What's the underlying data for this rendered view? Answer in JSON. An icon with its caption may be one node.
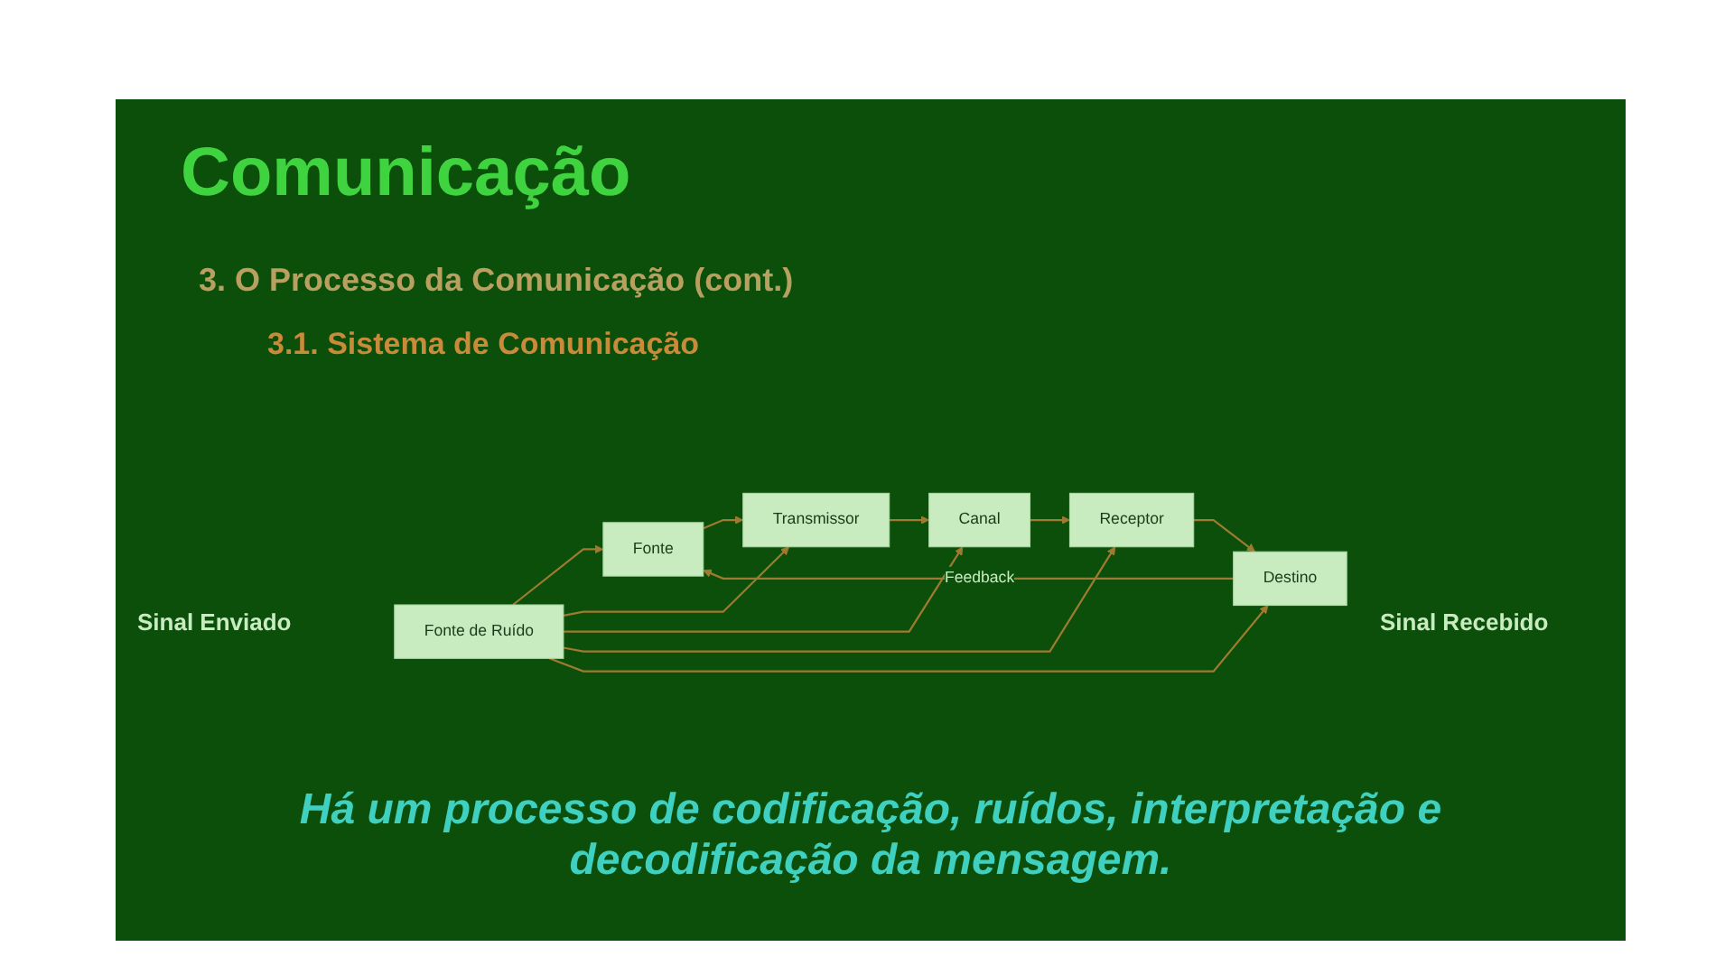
{
  "diagram": {
    "title": "Comunicação",
    "caption": "Há um processo de codificação, ruídos, interpretação e decodificação da mensagem.",
    "nodes": [
      {
        "text": [
          "Fonte"
        ]
      },
      {
        "text": [
          "Transmissor"
        ]
      },
      {
        "text": [
          "Canal"
        ]
      },
      {
        "text": [
          "Receptor"
        ]
      },
      {
        "text": [
          "Destino"
        ]
      },
      {
        "text": [
          "Fonte de Ruído"
        ]
      }
    ],
    "edges": [
      {
        "from": 0,
        "to": 1,
        "arrow": "to"
      },
      {
        "from": 1,
        "to": 2,
        "arrow": "to"
      },
      {
        "from": 2,
        "to": 3,
        "arrow": "to"
      },
      {
        "from": 3,
        "to": 4,
        "arrow": "to"
      },
      {
        "from": 5,
        "to": 0,
        "arrow": "to"
      },
      {
        "from": 5,
        "to": 1,
        "arrow": "to"
      },
      {
        "from": 5,
        "to": 2,
        "arrow": "to"
      },
      {
        "from": 5,
        "to": 3,
        "arrow": "to"
      },
      {
        "from": 5,
        "to": 4,
        "arrow": "to"
      },
      {
        "from": 4,
        "to": 0,
        "arrow": "to",
        "label": "Feedback"
      }
    ],
    "labels": [
      "3. O Processo da Comunicação (cont.)",
      "3.1. Sistema de Comunicação",
      "Sinal Enviado",
      "Sinal Recebido"
    ]
  }
}
